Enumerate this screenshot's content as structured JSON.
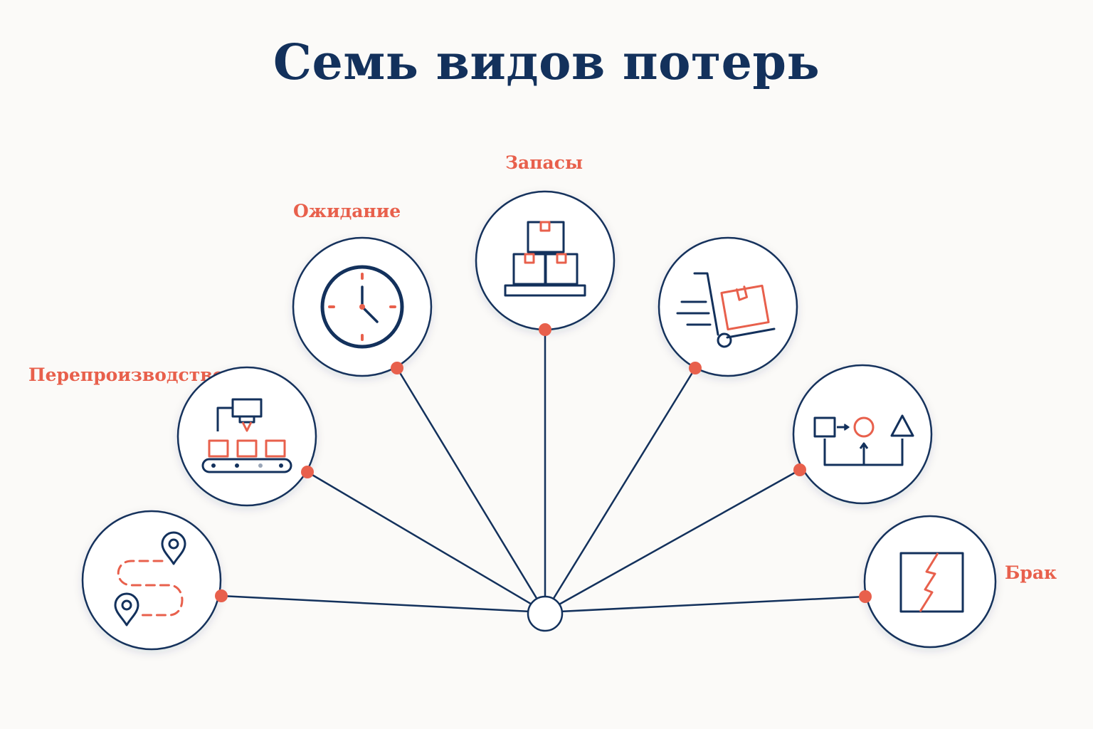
{
  "title": "Семь видов потерь",
  "labels": {
    "overproduction": "Перепроизводство",
    "waiting": "Ожидание",
    "inventory": "Запасы",
    "defects": "Брак"
  },
  "nodes": [
    {
      "id": "transport",
      "icon": "route-map-pins-icon"
    },
    {
      "id": "overproduction",
      "icon": "conveyor-machine-icon"
    },
    {
      "id": "waiting",
      "icon": "clock-icon"
    },
    {
      "id": "inventory",
      "icon": "stacked-boxes-pallet-icon"
    },
    {
      "id": "motion",
      "icon": "hand-truck-box-icon"
    },
    {
      "id": "overprocessing",
      "icon": "process-shapes-icon"
    },
    {
      "id": "defects",
      "icon": "cracked-panel-icon"
    }
  ],
  "colors": {
    "navy": "#13315c",
    "accent": "#e8604c",
    "background": "#fbfaf8"
  }
}
